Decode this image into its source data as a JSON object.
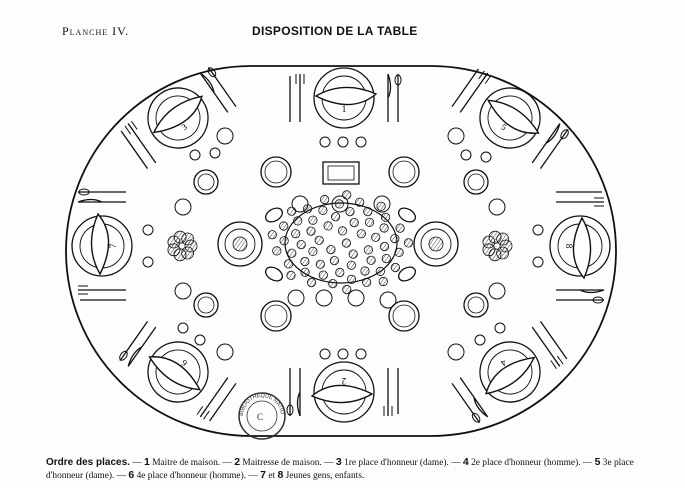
{
  "header": {
    "plate_label": "Planche IV.",
    "title": "DISPOSITION DE LA TABLE"
  },
  "diagram": {
    "setting_numbers": [
      "1",
      "2",
      "3",
      "4",
      "5",
      "6",
      "7",
      "8"
    ]
  },
  "stamp": {
    "text": "BIBLIOTHÈQUE NATIONALE"
  },
  "legend": {
    "lead": "Ordre des places.",
    "entries": [
      {
        "num": "1",
        "text": "Maitre de maison."
      },
      {
        "num": "2",
        "text": "Maitresse de maison."
      },
      {
        "num": "3",
        "text": "1re place d'honneur (dame)."
      },
      {
        "num": "4",
        "text": "2e place d'honneur (homme)."
      },
      {
        "num": "5",
        "text": "3e place d'honneur (dame)."
      },
      {
        "num": "6",
        "text": "4e place d'honneur (homme)."
      }
    ],
    "last_num_a": "7",
    "last_et": "et",
    "last_num_b": "8",
    "last_text": "Jeunes gens, enfants.",
    "separator": " — "
  }
}
